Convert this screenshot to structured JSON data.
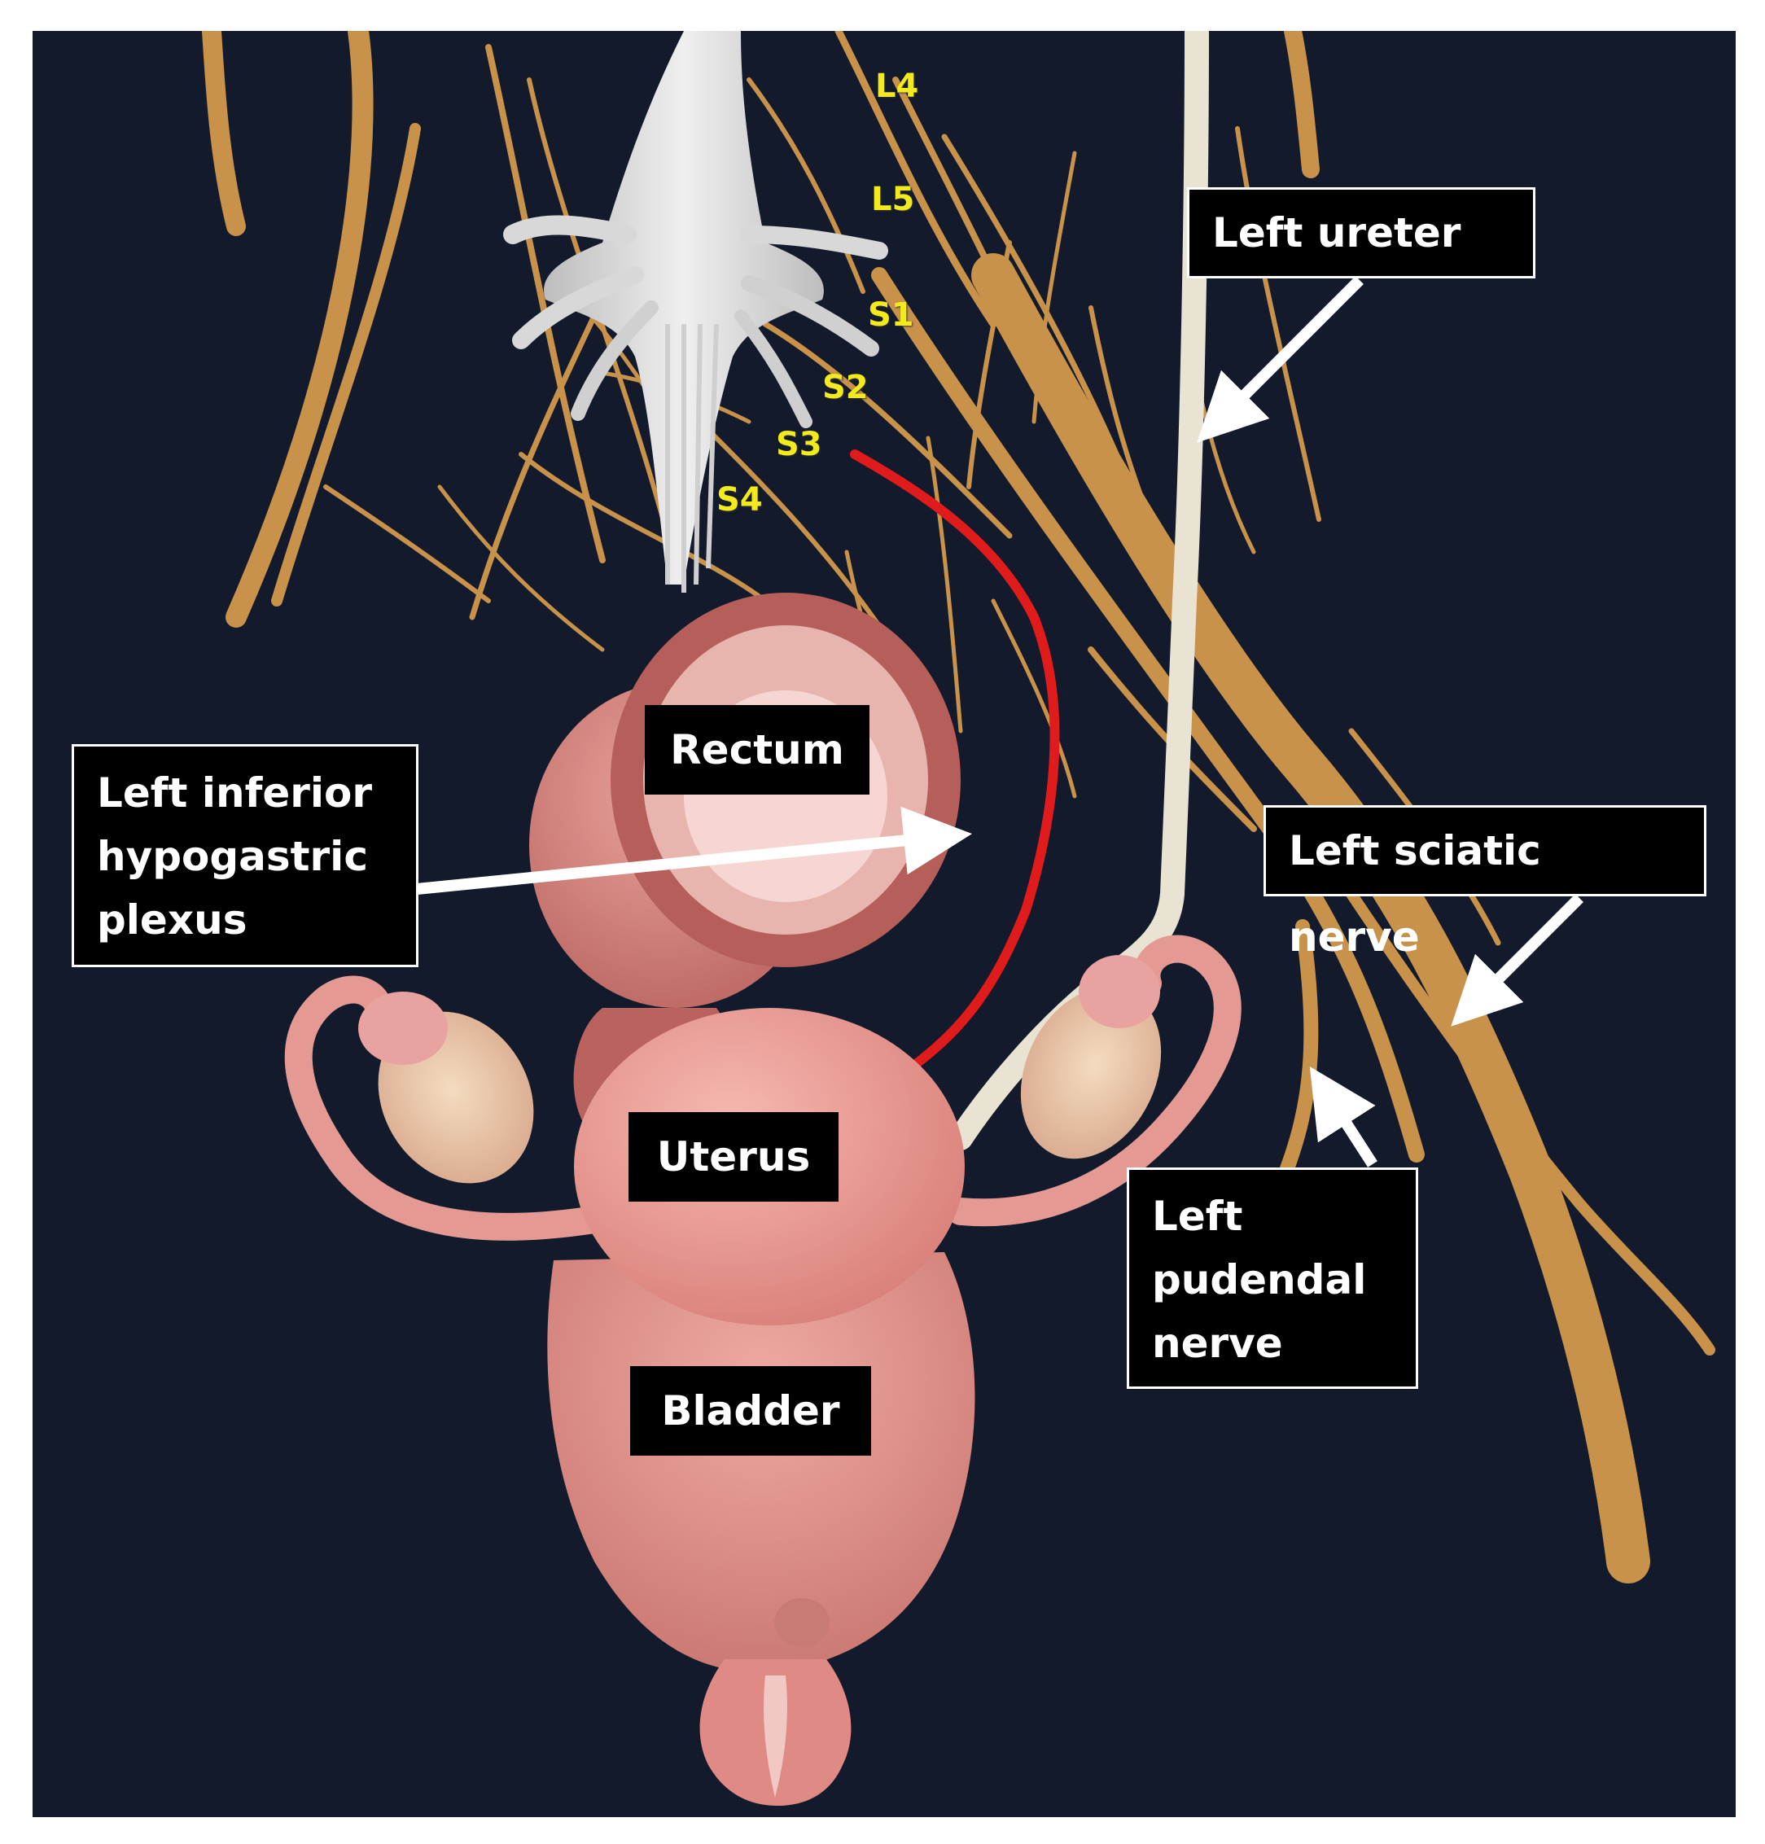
{
  "vertebral_labels": [
    "L4",
    "L5",
    "S1",
    "S2",
    "S3",
    "S4"
  ],
  "callouts": {
    "left_ureter": "Left ureter",
    "left_inferior_hypogastric_plexus": [
      "Left inferior",
      "hypogastric",
      "plexus"
    ],
    "left_sciatic_nerve": "Left sciatic nerve",
    "left_pudendal_nerve": [
      "Left",
      "pudendal",
      "nerve"
    ]
  },
  "organs": {
    "rectum": "Rectum",
    "uterus": "Uterus",
    "bladder": "Bladder"
  },
  "colors": {
    "background": "#121a2b",
    "nerve": "#c8924a",
    "ureter": "#e9e3d3",
    "organ": "#e49a92",
    "highlight_path": "#e01b1b",
    "label_text": "#f2ea1c",
    "arrow": "#ffffff"
  }
}
